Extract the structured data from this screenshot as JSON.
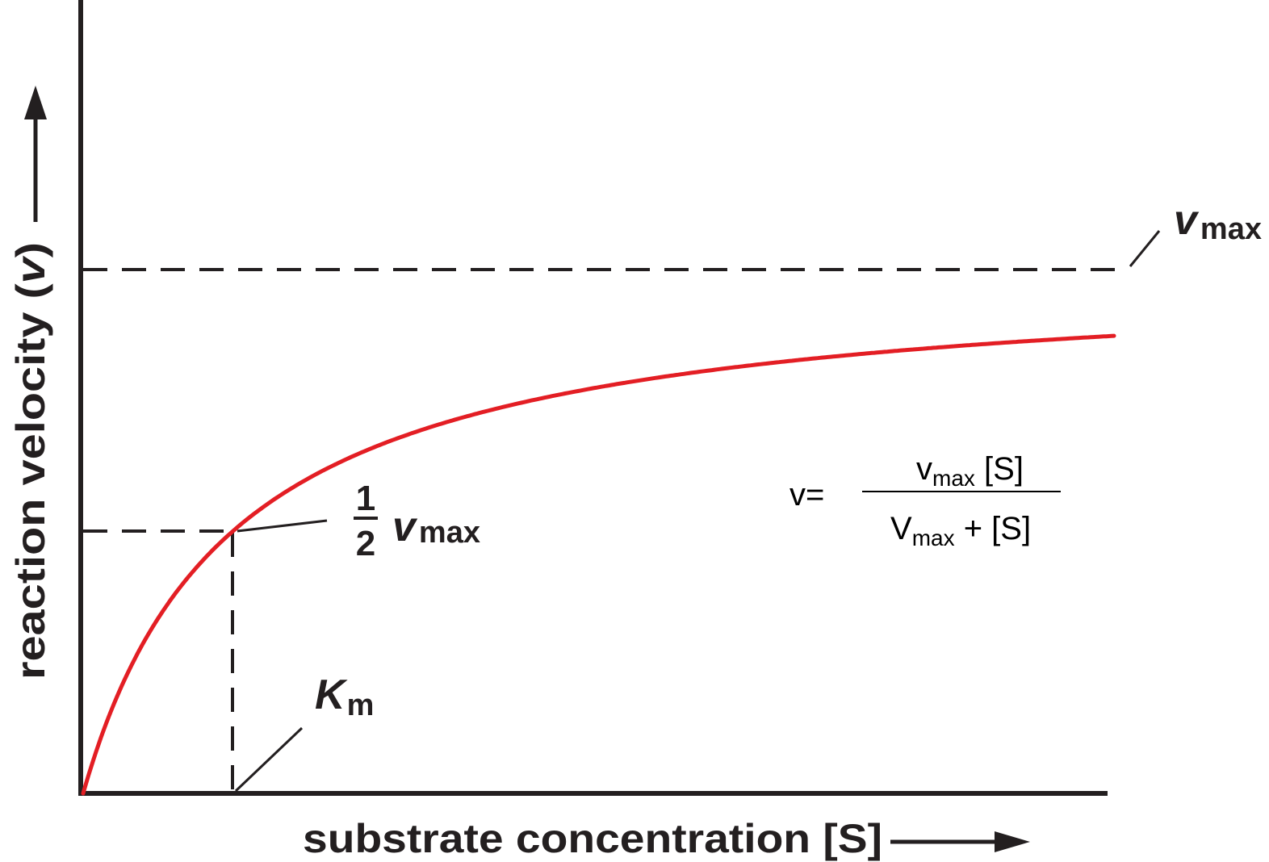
{
  "chart_data": {
    "type": "line",
    "xlabel": "substrate concentration [S]",
    "ylabel": "reaction velocity (v)",
    "ylabel_symbol": "v",
    "xlim": [
      0,
      7
    ],
    "ylim": [
      0,
      1.1
    ],
    "grid": false,
    "legend": "none",
    "curve_color": "#e31e24",
    "series": [
      {
        "values_model": "Michaelis-Menten",
        "Km": 1,
        "Vmax": 1,
        "x": [
          0,
          0.25,
          0.5,
          1,
          1.5,
          2,
          3,
          4,
          5,
          6,
          7
        ],
        "y": [
          0,
          0.2,
          0.333,
          0.5,
          0.6,
          0.667,
          0.75,
          0.8,
          0.833,
          0.857,
          0.875
        ]
      }
    ],
    "reference_lines": {
      "vmax_label_main": "v",
      "vmax_label_sub": "max",
      "half_vmax_numerator": "1",
      "half_vmax_denominator": "2",
      "half_vmax_main": "v",
      "half_vmax_sub": "max",
      "km_label_main": "K",
      "km_label_sub": "m"
    },
    "equation": {
      "lhs": "v=",
      "num_main": "v",
      "num_sub": "max",
      "num_tail": " [S]",
      "den_main": "V",
      "den_sub": "max",
      "den_tail": " + [S]"
    }
  }
}
